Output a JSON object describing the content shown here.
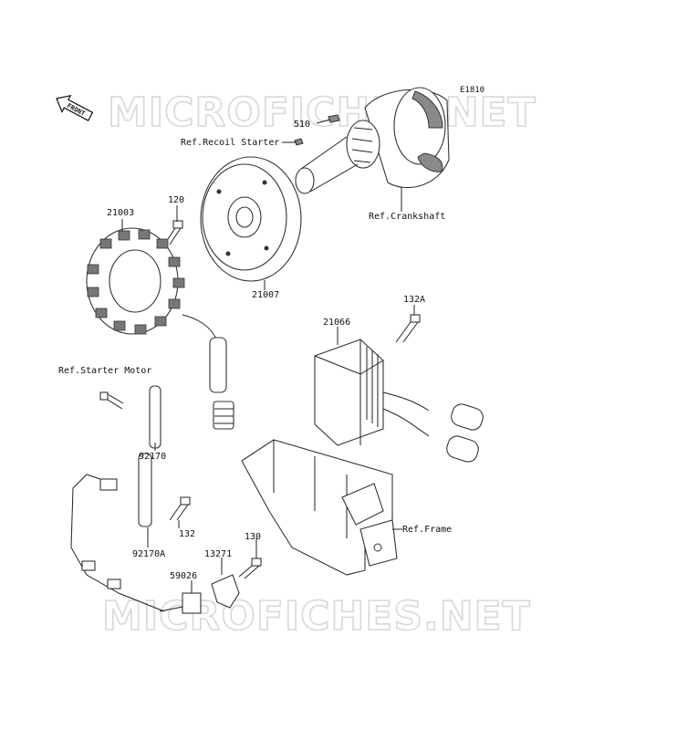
{
  "diagram": {
    "code": "E1810",
    "front_badge": "FRONT",
    "watermark": "MICROFICHES.NET",
    "labels": {
      "p510": "510",
      "ref_recoil": "Ref.Recoil Starter",
      "p120": "120",
      "p21003": "21003",
      "p21007": "21007",
      "ref_crank": "Ref.Crankshaft",
      "p132a": "132A",
      "p21066": "21066",
      "ref_starter": "Ref.Starter Motor",
      "p92170": "92170",
      "p132": "132",
      "p92170a": "92170A",
      "p130": "130",
      "p13271": "13271",
      "ref_frame": "Ref.Frame",
      "p59026": "59026"
    }
  }
}
